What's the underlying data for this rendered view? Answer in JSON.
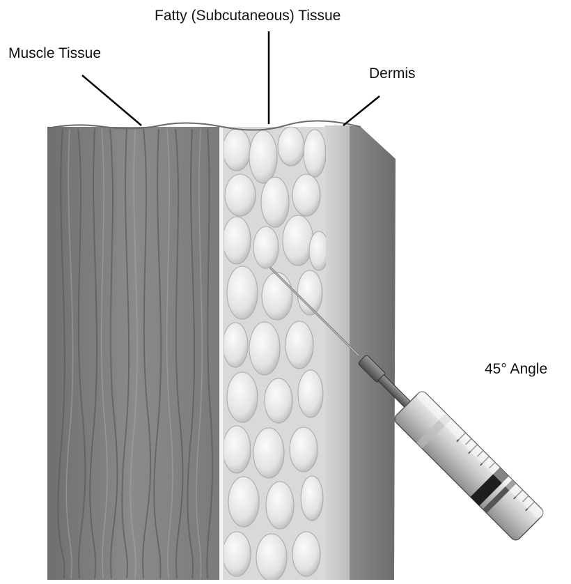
{
  "diagram": {
    "labels": {
      "fatty_tissue": "Fatty (Subcutaneous) Tissue",
      "muscle_tissue": "Muscle Tissue",
      "dermis": "Dermis",
      "angle": "45° Angle"
    }
  }
}
